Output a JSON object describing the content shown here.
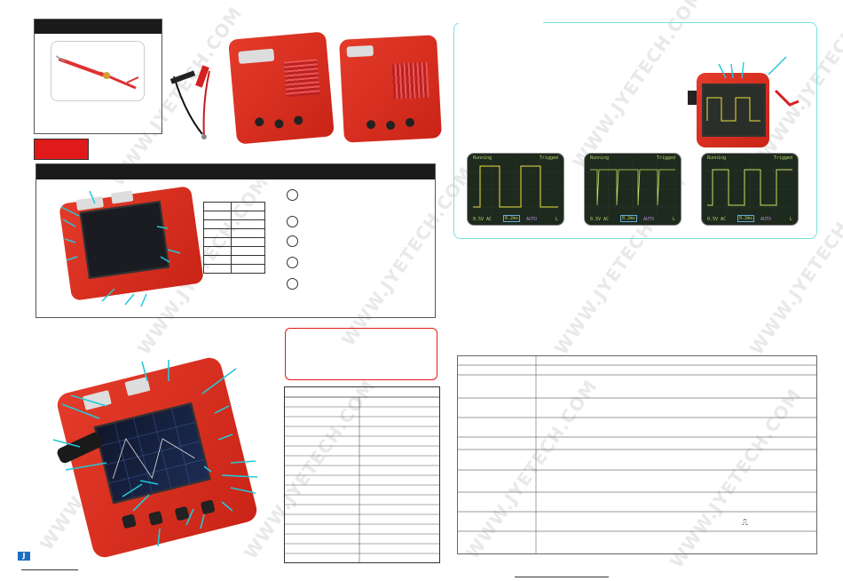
{
  "watermark": "WWW.JYETECH.COM",
  "symbols": {
    "pulse": "⎍",
    "logo_glyph": "J"
  },
  "colors": {
    "board_red": "#d42e1d",
    "frame_cyan": "#79e0e0",
    "label_red": "#e01a1a",
    "callout_cyan": "#22c8d8",
    "trace_yellow": "#e8e040",
    "trace_green": "#c8e060"
  },
  "waveforms": [
    {
      "left_label": "Running",
      "right_label": "Trigged",
      "bottom_left": "0.5V AC",
      "bottom_mid": "0.2ms",
      "bottom_right": "AUTO",
      "bottom_end": "L"
    },
    {
      "left_label": "Running",
      "right_label": "Trigged",
      "bottom_left": "0.5V AC",
      "bottom_mid": "0.2ms",
      "bottom_right": "AUTO",
      "bottom_end": "L"
    },
    {
      "left_label": "Running",
      "right_label": "Trigged",
      "bottom_left": "0.5V AC",
      "bottom_mid": "0.2ms",
      "bottom_right": "AUTO",
      "bottom_end": "L"
    }
  ]
}
